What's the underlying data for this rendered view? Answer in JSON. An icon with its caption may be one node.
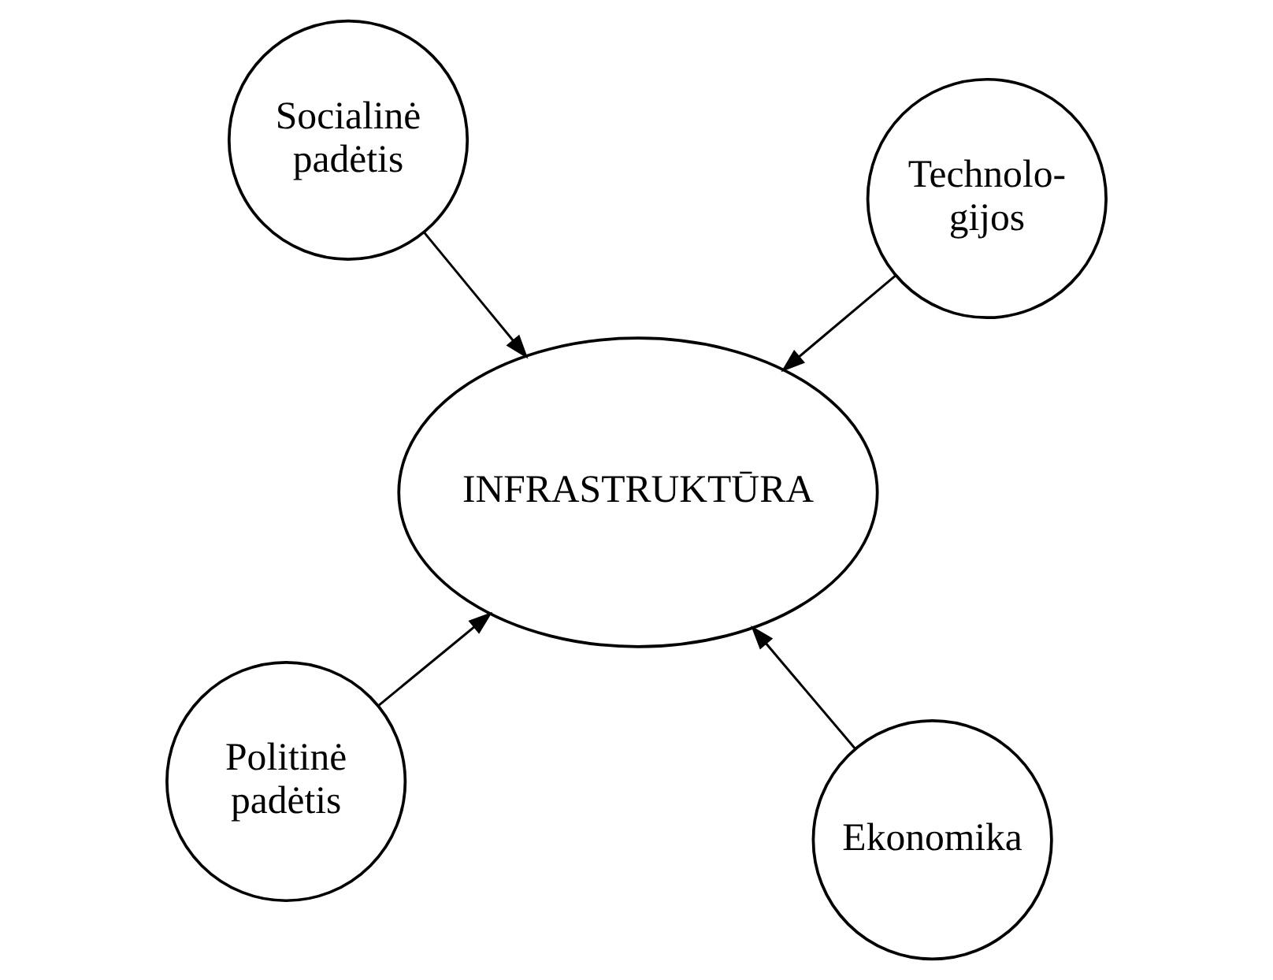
{
  "diagram": {
    "nodes": [
      {
        "text": [
          "Politinė padėtis"
        ]
      },
      {
        "text": [
          "Ekonomika"
        ]
      },
      {
        "text": [
          "INFRASTRUKTŪRA"
        ]
      },
      {
        "text": [
          "Socialinė padėtis"
        ]
      },
      {
        "text": [
          "Technolo- gijos"
        ]
      }
    ],
    "edges": [
      {
        "from": 0,
        "to": 2,
        "arrow": "to"
      },
      {
        "from": 1,
        "to": 2,
        "arrow": "to"
      },
      {
        "from": 3,
        "to": 2,
        "arrow": "to"
      },
      {
        "from": 4,
        "to": 2,
        "arrow": "to"
      }
    ]
  }
}
